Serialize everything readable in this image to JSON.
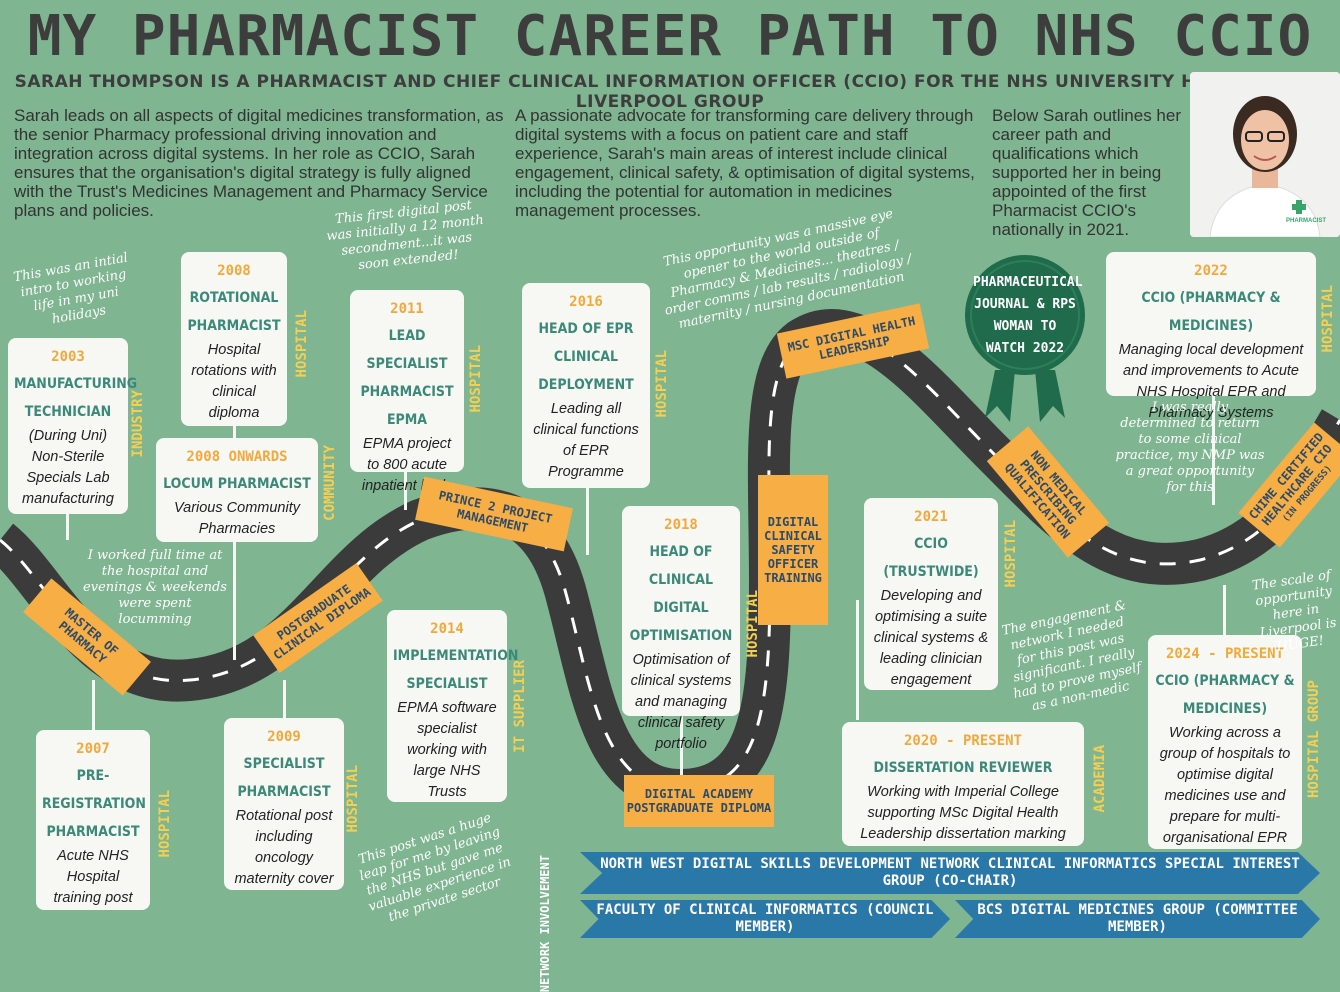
{
  "title": "MY PHARMACIST CAREER PATH TO NHS CCIO",
  "subtitle": "SARAH THOMPSON IS A PHARMACIST AND CHIEF CLINICAL INFORMATION OFFICER (CCIO) FOR THE NHS UNIVERSITY HOSPITALS OF LIVERPOOL GROUP",
  "intro": {
    "col1": "Sarah leads on all aspects of digital medicines transformation, as the senior Pharmacy professional driving innovation and integration across digital systems. In her role as CCIO, Sarah ensures that the organisation's digital strategy is fully aligned with the Trust's Medicines Management and Pharmacy Service plans and policies.",
    "col2": "A passionate advocate for transforming care delivery through digital systems with a focus on patient care and staff experience, Sarah's main areas of interest include clinical engagement, clinical safety, & optimisation of digital systems, including the potential for automation in medicines management processes.",
    "col3": "Below Sarah outlines her career path and qualifications which supported her in being appointed of the first Pharmacist CCIO's nationally in 2021."
  },
  "photo_badge": "PHARMACIST",
  "cards": [
    {
      "year": "2003",
      "role": "MANUFACTURING TECHNICIAN",
      "desc": "(During Uni) Non-Sterile Specials Lab manufacturing",
      "sector": "INDUSTRY"
    },
    {
      "year": "2008",
      "role": "ROTATIONAL PHARMACIST",
      "desc": "Hospital rotations with clinical diploma",
      "sector": "HOSPITAL"
    },
    {
      "year": "2008 ONWARDS",
      "role": "LOCUM PHARMACIST",
      "desc": "Various Community Pharmacies",
      "sector": "COMMUNITY"
    },
    {
      "year": "2011",
      "role": "LEAD SPECIALIST PHARMACIST EPMA",
      "desc": "EPMA project to 800 acute inpatient beds",
      "sector": "HOSPITAL"
    },
    {
      "year": "2016",
      "role": "HEAD OF EPR CLINICAL DEPLOYMENT",
      "desc": "Leading all clinical functions of EPR Programme",
      "sector": "HOSPITAL"
    },
    {
      "year": "2007",
      "role": "PRE-REGISTRATION PHARMACIST",
      "desc": "Acute NHS Hospital training post",
      "sector": "HOSPITAL"
    },
    {
      "year": "2009",
      "role": "SPECIALIST PHARMACIST",
      "desc": "Rotational post including oncology maternity cover",
      "sector": "HOSPITAL"
    },
    {
      "year": "2014",
      "role": "IMPLEMENTATION SPECIALIST",
      "desc": "EPMA software specialist working with large NHS Trusts",
      "sector": "IT SUPPLIER"
    },
    {
      "year": "2018",
      "role": "HEAD OF CLINICAL DIGITAL OPTIMISATION",
      "desc": "Optimisation of clinical systems and managing clinical safety portfolio",
      "sector": "HOSPITAL"
    },
    {
      "year": "2021",
      "role": "CCIO (TRUSTWIDE)",
      "desc": "Developing and optimising a suite clinical systems & leading clinician engagement",
      "sector": "HOSPITAL"
    },
    {
      "year": "2022",
      "role": "CCIO (PHARMACY & MEDICINES)",
      "desc": "Managing local development and improvements to Acute NHS Hospital EPR and Pharmacy Systems",
      "sector": "HOSPITAL"
    },
    {
      "year": "2020 - PRESENT",
      "role": "DISSERTATION REVIEWER",
      "desc": "Working with Imperial College supporting MSc Digital Health Leadership dissertation marking",
      "sector": "ACADEMIA"
    },
    {
      "year": "2024 - PRESENT",
      "role": "CCIO (PHARMACY & MEDICINES)",
      "desc": "Working across a group of hospitals to optimise digital medicines use and prepare for multi-organisational EPR",
      "sector": "HOSPITAL GROUP"
    }
  ],
  "signs": {
    "masters": "MASTER OF PHARMACY",
    "postgrad": "POSTGRADUATE CLINICAL DIPLOMA",
    "prince2": "PRINCE 2 PROJECT MANAGEMENT",
    "academy": "DIGITAL ACADEMY POSTGRADUATE DIPLOMA",
    "safety": "DIGITAL CLINICAL SAFETY OFFICER TRAINING",
    "msc": "MSC DIGITAL HEALTH LEADERSHIP",
    "nmp": "NON MEDICAL PRESCRIBING QUALIFICATION",
    "chime": "CHIME CERTIFIED HEALTHCARE CIO",
    "chime_sub": "(IN PROGRESS)"
  },
  "award": "PHARMACEUTICAL JOURNAL & RPS WOMAN TO WATCH 2022",
  "notes": {
    "n1": "This was an intial intro to working life in my uni holidays",
    "n2": "This first digital post was initially a 12 month secondment...it was soon extended!",
    "n3": "This opportunity was a massive eye opener to the world outside of Pharmacy & Medicines... theatres / order comms / lab results / radiology / maternity / nursing documentation",
    "n4": "I worked full time at the hospital and evenings & weekends were spent locumming",
    "n5": "This post was a huge leap for me by leaving the NHS but gave me valuable experience in the private sector",
    "n6": "I was really determined to return to some clinical practice, my NMP was a great opportunity for this",
    "n7": "The engagement & network I needed for this post was significant. I really had to prove myself as a non-medic",
    "n8": "The scale of opportunity here in Liverpool is HUGE!"
  },
  "network": {
    "label": "NETWORK INVOLVEMENT",
    "b1": "NORTH WEST DIGITAL SKILLS DEVELOPMENT NETWORK CLINICAL INFORMATICS SPECIAL INTEREST GROUP (CO-CHAIR)",
    "b2": "FACULTY OF CLINICAL INFORMATICS (COUNCIL MEMBER)",
    "b3": "BCS DIGITAL MEDICINES GROUP (COMMITTEE MEMBER)"
  },
  "colors": {
    "background": "#7fb591",
    "road": "#3b3b3b",
    "accent": "#f6ae45",
    "teal": "#3b8a79",
    "banner": "#2a78a8",
    "award": "#1f6b4b"
  }
}
